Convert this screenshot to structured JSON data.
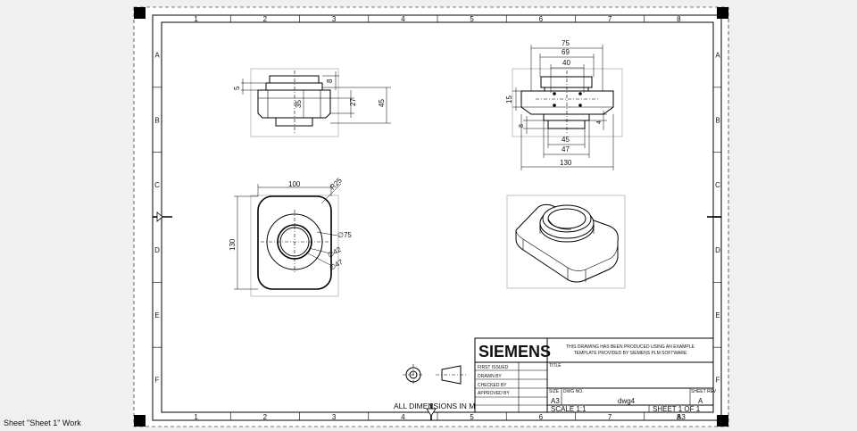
{
  "app": {
    "status_text": "Sheet \"Sheet 1\" Work"
  },
  "border": {
    "zone_columns": [
      "1",
      "2",
      "3",
      "4",
      "5",
      "6",
      "7",
      "8"
    ],
    "zone_rows": [
      "A",
      "B",
      "C",
      "D",
      "E",
      "F"
    ]
  },
  "views": {
    "front": {
      "dims": [
        "5",
        "8",
        "35",
        "27",
        "45"
      ]
    },
    "right": {
      "dims": [
        "75",
        "69",
        "40",
        "15",
        "45",
        "47",
        "130",
        "8",
        "4"
      ]
    },
    "top": {
      "dims": [
        "100",
        "R25",
        "130",
        "∅75",
        "∅42",
        "∅47"
      ]
    }
  },
  "notes": {
    "units": "ALL DIMENSIONS IN MM"
  },
  "title_block": {
    "logo": "SIEMENS",
    "disclaimer_line1": "THIS DRAWING HAS BEEN PRODUCED USING AN EXAMPLE",
    "disclaimer_line2": "TEMPLATE PROVIDED BY SIEMENS PLM SOFTWARE",
    "rows": [
      "FIRST ISSUED",
      "DRAWN BY",
      "CHECKED BY",
      "APPROVED BY"
    ],
    "title_label": "TITLE",
    "size_label": "SIZE",
    "dwg_no_label": "DWG NO.",
    "sheet_rev_label": "SHEET REV",
    "size_value": "A3",
    "dwg_no_value": "dwg4",
    "rev_value": "A",
    "scale": "SCALE 1:1",
    "sheet": "SHEET 1 OF 1",
    "sheet_size": "A3"
  }
}
